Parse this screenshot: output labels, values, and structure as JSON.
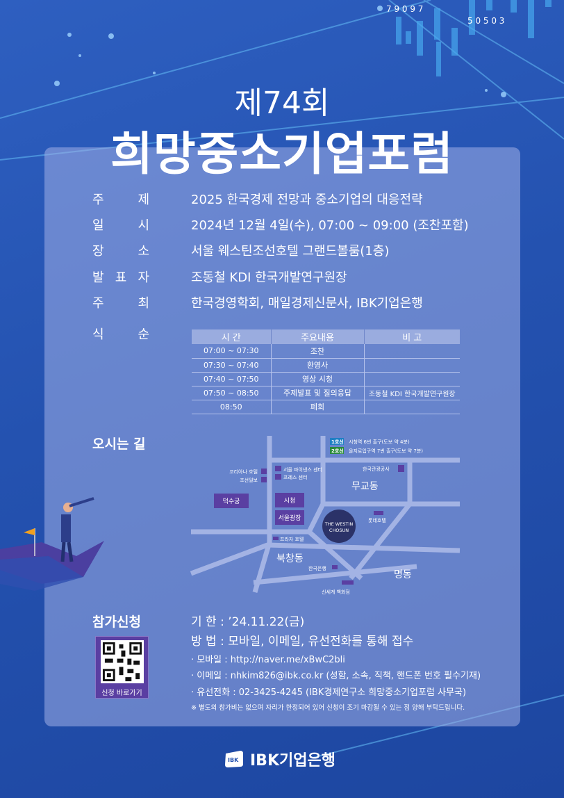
{
  "decor": {
    "numbers": [
      "7 9 0 9 7",
      "5 0 5 0 3"
    ]
  },
  "header": {
    "edition": "제74회",
    "title": "희망중소기업포럼"
  },
  "info": [
    {
      "label": [
        "주",
        "제"
      ],
      "value": "2025 한국경제 전망과 중소기업의 대응전략"
    },
    {
      "label": [
        "일",
        "시"
      ],
      "value": "2024년 12월 4일(수), 07:00 ~ 09:00 (조찬포함)"
    },
    {
      "label": [
        "장",
        "소"
      ],
      "value": "서울 웨스틴조선호텔 그랜드볼룸(1층)"
    },
    {
      "label": [
        "발",
        "표",
        "자"
      ],
      "value": "조동철 KDI 한국개발연구원장"
    },
    {
      "label": [
        "주",
        "최"
      ],
      "value": "한국경영학회, 매일경제신문사, IBK기업은행"
    },
    {
      "label": [
        "식",
        "순"
      ],
      "value": ""
    }
  ],
  "schedule": {
    "headers": [
      "시 간",
      "주요내용",
      "비 고"
    ],
    "rows": [
      [
        "07:00 ~ 07:30",
        "조찬",
        ""
      ],
      [
        "07:30 ~ 07:40",
        "환영사",
        ""
      ],
      [
        "07:40 ~ 07:50",
        "영상 시청",
        ""
      ],
      [
        "07:50 ~ 08:50",
        "주제발표  및 질의응답",
        "조동철 KDI 한국개발연구원장"
      ],
      [
        "08:50",
        "폐회",
        ""
      ]
    ]
  },
  "directions": {
    "heading": "오시는 길",
    "line1": "1호선",
    "line1_text": "시청역 6번 출구(도보 약 4분)",
    "line2": "2호선",
    "line2_text": "을지로입구역 7번 출구(도보 약 7분)",
    "places": {
      "koreana": "코리아나 호텔",
      "chosun": "조선일보",
      "finance": "서울 파이낸스 센터",
      "press": "프레스 센터",
      "kto": "한국관광공사",
      "mugyo": "무교동",
      "deoksu": "덕수궁",
      "cityhall": "시청",
      "plaza": "서울광장",
      "westin1": "THE WESTIN",
      "westin2": "CHOSUN",
      "lotte": "롯데호텔",
      "plazahotel": "프라자 호텔",
      "bukchang": "북창동",
      "bok": "한국은행",
      "myeong": "명동",
      "shinsegae": "신세계 백화점"
    },
    "colors": {
      "line1": "#1f7fc4",
      "line2": "#2a8a3c",
      "box": "#5a3fa2",
      "road": "#a3b3e4",
      "hotel": "#2b3268"
    }
  },
  "apply": {
    "heading": "참가신청",
    "deadline": "기 한 : ’24.11.22(금)",
    "method": "방 법 : 모바일, 이메일, 유선전화를 통해 접수",
    "items": [
      "· 모바일 : http://naver.me/xBwC2bli",
      "· 이메일 : nhkim826@ibk.co.kr (성함, 소속, 직책, 핸드폰 번호 필수기재)",
      "· 유선전화 : 02-3425-4245 (IBK경제연구소 희망중소기업포럼 사무국)"
    ],
    "note": "※ 별도의 참가비는 없으며 자리가 한정되어 있어 신청이 조기 마감될 수 있는 점 양해 부탁드립니다.",
    "qr_caption": "신청 바로가기"
  },
  "footer": {
    "logo_mark": "IBK",
    "brand": "IBK기업은행"
  }
}
